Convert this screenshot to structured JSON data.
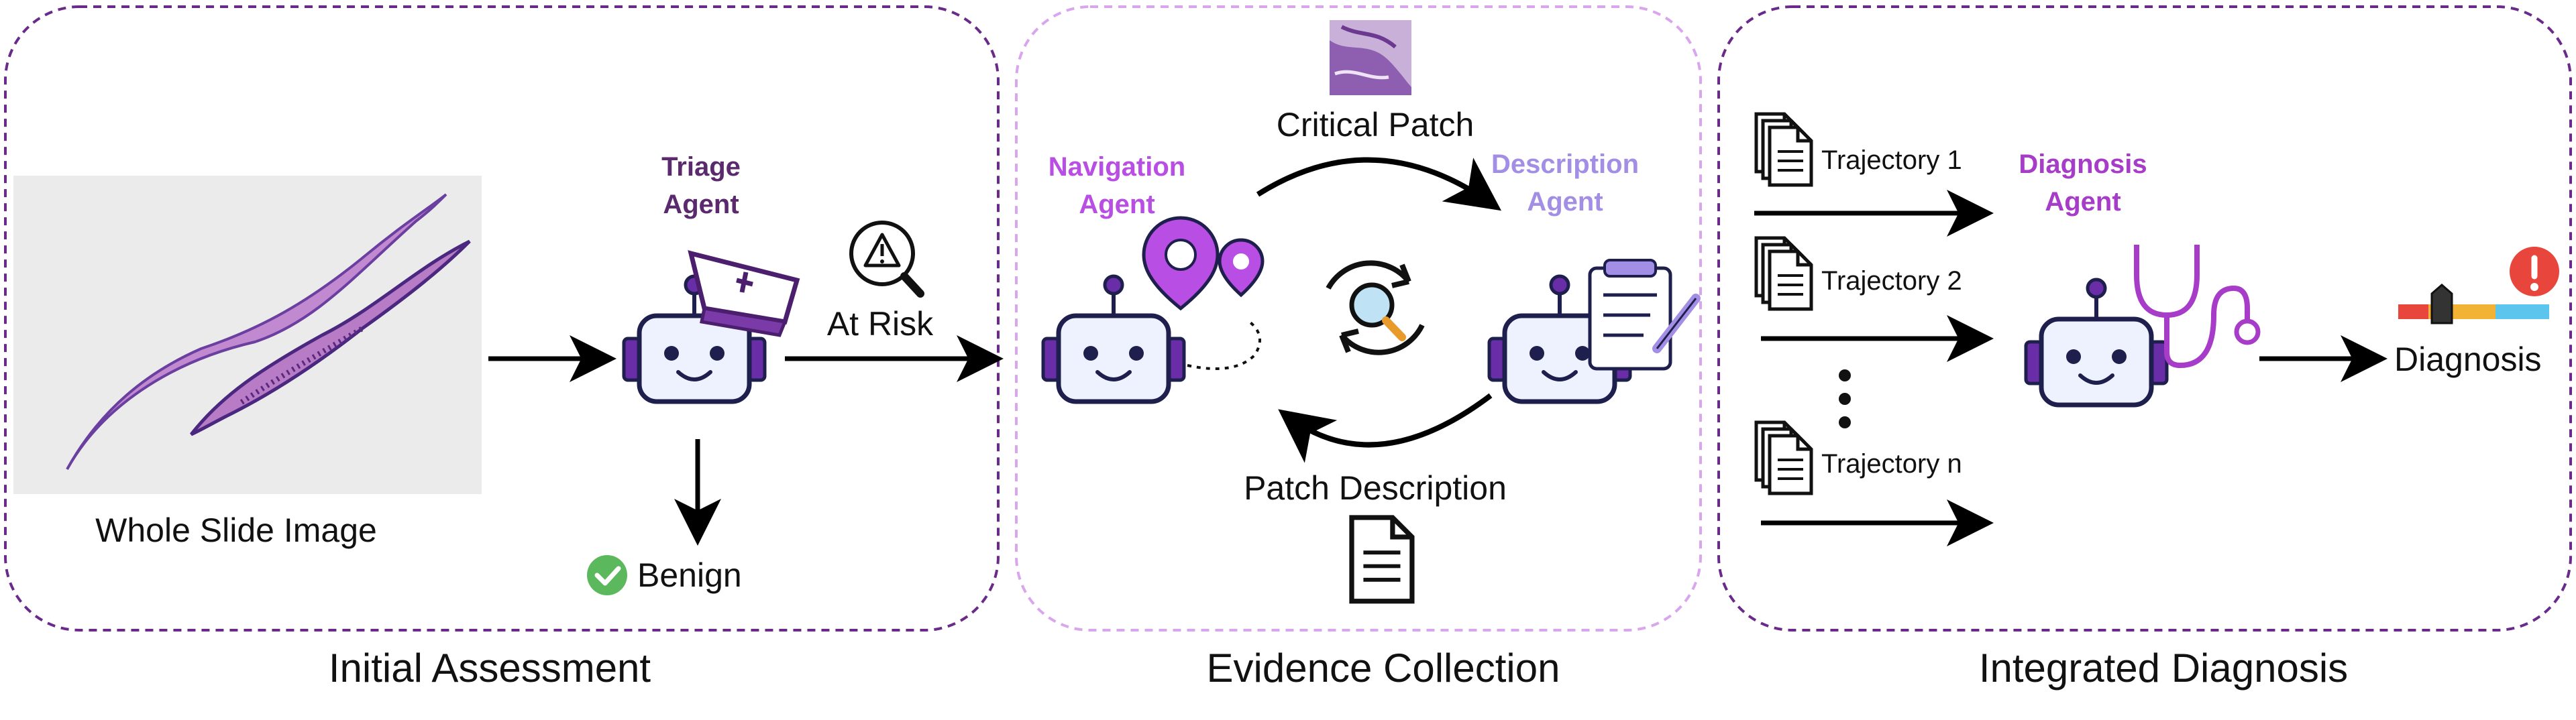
{
  "panels": {
    "initial": {
      "title": "Initial Assessment"
    },
    "evidence": {
      "title": "Evidence Collection"
    },
    "integrated": {
      "title": "Integrated Diagnosis"
    }
  },
  "wsi": {
    "label": "Whole Slide Image"
  },
  "triage": {
    "line1": "Triage",
    "line2": "Agent",
    "color": "#5b2a6e"
  },
  "at_risk": {
    "label": "At Risk"
  },
  "benign": {
    "label": "Benign",
    "check_color": "#5cb85c"
  },
  "navigation": {
    "line1": "Navigation",
    "line2": "Agent",
    "color": "#b84ee3"
  },
  "description": {
    "line1": "Description",
    "line2": "Agent",
    "color": "#a38ee6"
  },
  "critical_patch": {
    "label": "Critical Patch"
  },
  "patch_description": {
    "label": "Patch Description"
  },
  "trajectories": [
    {
      "label": "Trajectory 1"
    },
    {
      "label": "Trajectory 2"
    },
    {
      "label": "Trajectory n"
    }
  ],
  "diagnosis_agent": {
    "line1": "Diagnosis",
    "line2": "Agent",
    "color": "#a63cc7"
  },
  "diagnosis": {
    "label": "Diagnosis",
    "alert_color": "#e8453c"
  },
  "colors": {
    "dashed_border": "#6a2a8a",
    "evidence_border": "#d9a6ee",
    "robot_outline": "#1f1f4d",
    "robot_face": "#eef2ff",
    "robot_ear": "#6a2da8",
    "tissue": "#b87bc6"
  }
}
